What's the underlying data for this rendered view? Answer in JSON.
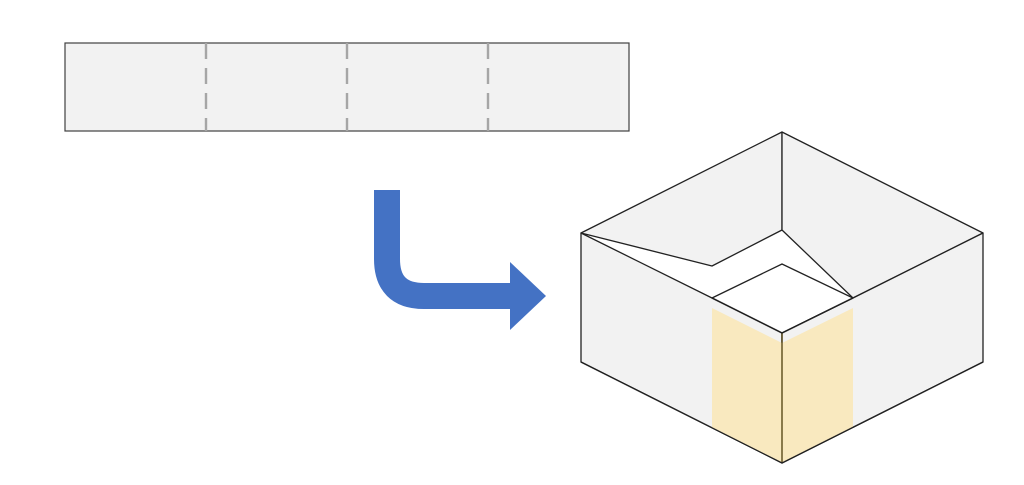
{
  "colors": {
    "background": "#ffffff",
    "panel_fill": "#f2f2f2",
    "outline": "#222222",
    "fold_line": "#a6a6a6",
    "arrow": "#4472c4",
    "tape": "#f9e9bf"
  },
  "strip": {
    "panel_count": 4,
    "fold_line_count": 3,
    "fold_line_style": "dashed"
  },
  "arrow": {
    "icon": "bent-arrow-down-right-icon",
    "meaning": "folds into"
  },
  "box": {
    "shape": "open-square-box",
    "view": "isometric",
    "taped_corner": "front"
  }
}
